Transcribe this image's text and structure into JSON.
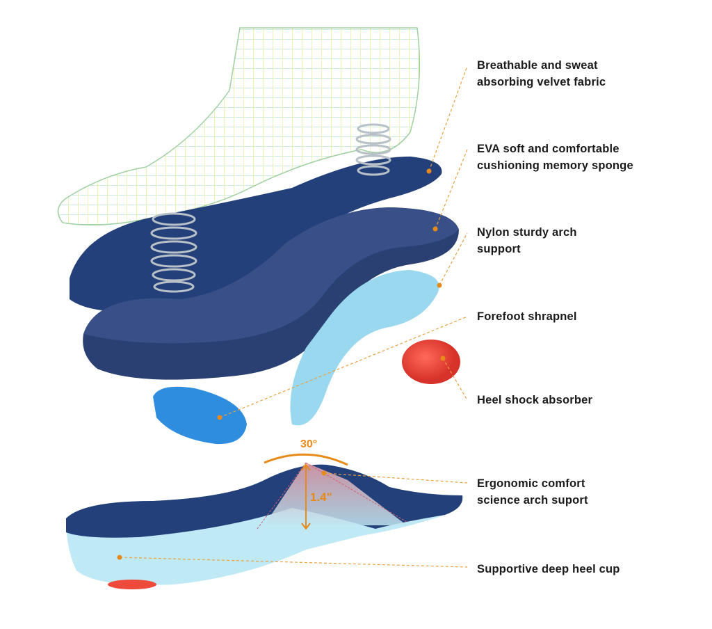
{
  "features": [
    {
      "id": "velvet",
      "text": "Breathable and sweat absorbing velvet fabric"
    },
    {
      "id": "eva",
      "text": "EVA soft and comfortable cushioning memory sponge"
    },
    {
      "id": "nylon",
      "text": "Nylon sturdy arch support"
    },
    {
      "id": "forefoot",
      "text": "Forefoot shrapnel"
    },
    {
      "id": "heel-absorber",
      "text": "Heel shock absorber"
    },
    {
      "id": "arch",
      "text": "Ergonomic comfort science arch suport"
    },
    {
      "id": "heel-cup",
      "text": "Supportive deep heel cup"
    }
  ],
  "annotations": {
    "angle": "30°",
    "height": "1.4\""
  },
  "colors": {
    "navy": "#22386b",
    "light_blue": "#8fd6ee",
    "blue_pad": "#2f8de0",
    "red": "#ee4a3c",
    "leader": "#e8a040",
    "accent": "#e88a1a"
  }
}
